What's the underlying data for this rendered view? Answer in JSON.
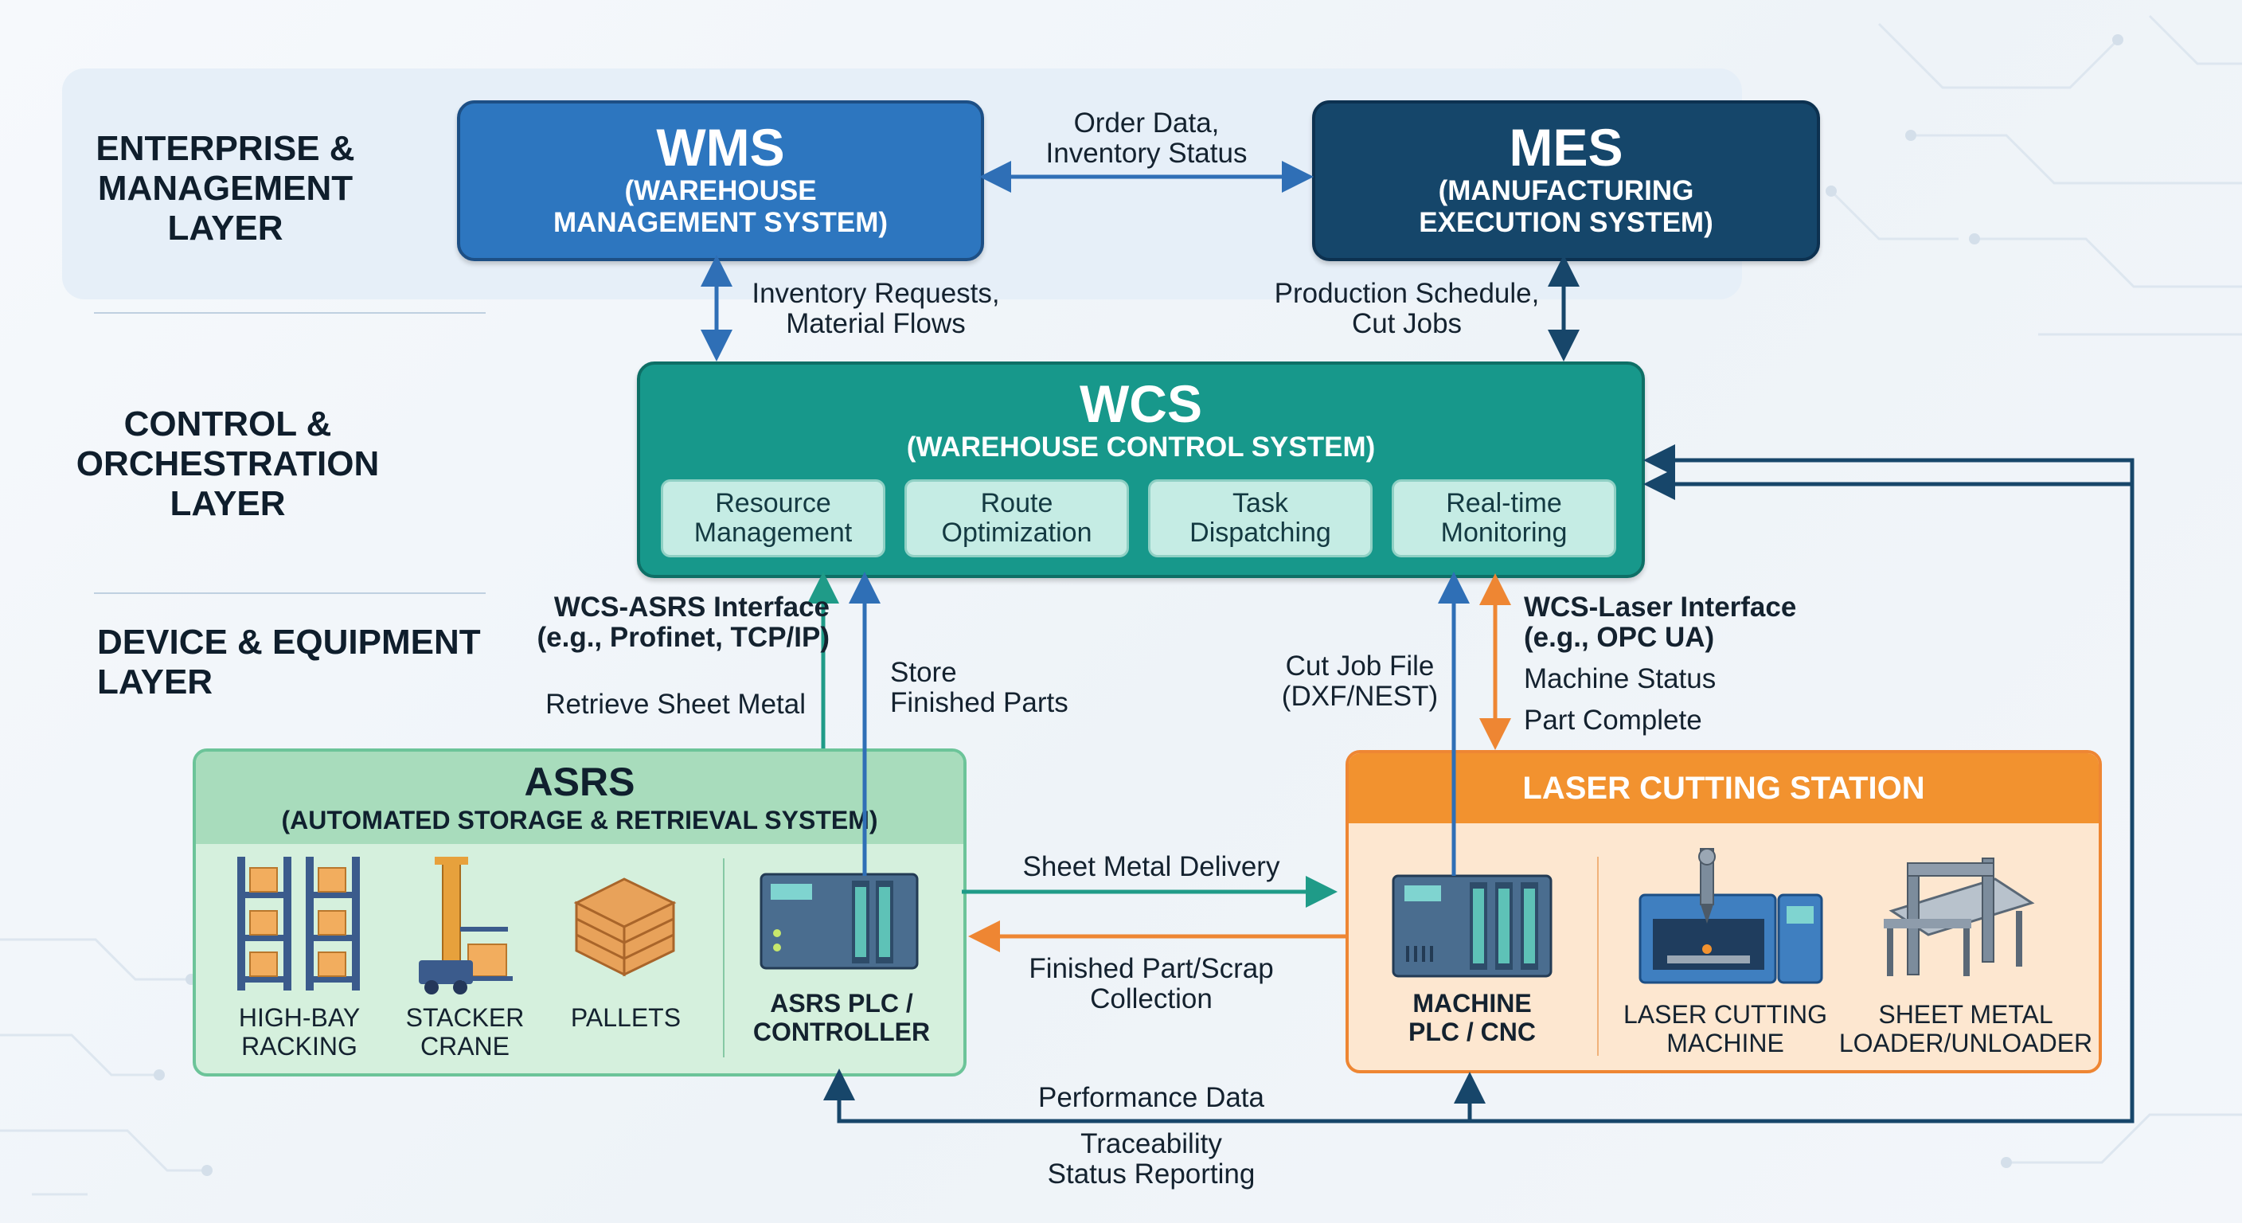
{
  "layers": {
    "enterprise": "ENTERPRISE &\nMANAGEMENT\nLAYER",
    "control": "CONTROL &\nORCHESTRATION\nLAYER",
    "device": "DEVICE & EQUIPMENT\nLAYER"
  },
  "wms": {
    "title": "WMS",
    "subtitle": "(WAREHOUSE\nMANAGEMENT SYSTEM)"
  },
  "mes": {
    "title": "MES",
    "subtitle": "(MANUFACTURING\nEXECUTION SYSTEM)"
  },
  "wcs": {
    "title": "WCS",
    "subtitle": "(WAREHOUSE CONTROL SYSTEM)",
    "modules": [
      "Resource\nManagement",
      "Route\nOptimization",
      "Task\nDispatching",
      "Real-time\nMonitoring"
    ]
  },
  "asrs": {
    "title": "ASRS",
    "subtitle": "(AUTOMATED STORAGE & RETRIEVAL SYSTEM)",
    "items": [
      "HIGH-BAY\nRACKING",
      "STACKER\nCRANE",
      "PALLETS",
      "ASRS PLC /\nCONTROLLER"
    ]
  },
  "laser": {
    "title": "LASER CUTTING STATION",
    "items": [
      "MACHINE\nPLC / CNC",
      "LASER CUTTING\nMACHINE",
      "SHEET METAL\nLOADER/UNLOADER"
    ]
  },
  "flows": {
    "wms_mes": "Order Data,\nInventory Status",
    "wms_wcs": "Inventory Requests,\nMaterial Flows",
    "mes_wcs": "Production Schedule,\nCut Jobs",
    "asrs_interface": "WCS-ASRS Interface\n(e.g., Profinet, TCP/IP)",
    "retrieve": "Retrieve Sheet Metal",
    "store": "Store\nFinished Parts",
    "cut_job": "Cut Job File\n(DXF/NEST)",
    "laser_interface": "WCS-Laser Interface\n(e.g., OPC UA)",
    "machine_status": "Machine Status",
    "part_complete": "Part Complete",
    "sheet_delivery": "Sheet Metal Delivery",
    "finished_collection": "Finished Part/Scrap\nCollection",
    "performance": "Performance Data",
    "traceability": "Traceability\nStatus Reporting"
  },
  "colors": {
    "wms": "#2d76bf",
    "mes": "#15466a",
    "wcs": "#17988b",
    "asrs": "#a8dcbc",
    "laser": "#f2922f",
    "arrow_blue": "#2f6fb6",
    "arrow_navy": "#17466a",
    "arrow_teal": "#1f9b88",
    "arrow_orange": "#ee8633"
  },
  "icons": [
    "high-bay-racking-icon",
    "stacker-crane-icon",
    "pallets-icon",
    "asrs-plc-icon",
    "machine-plc-icon",
    "laser-cutter-icon",
    "sheet-loader-icon"
  ]
}
